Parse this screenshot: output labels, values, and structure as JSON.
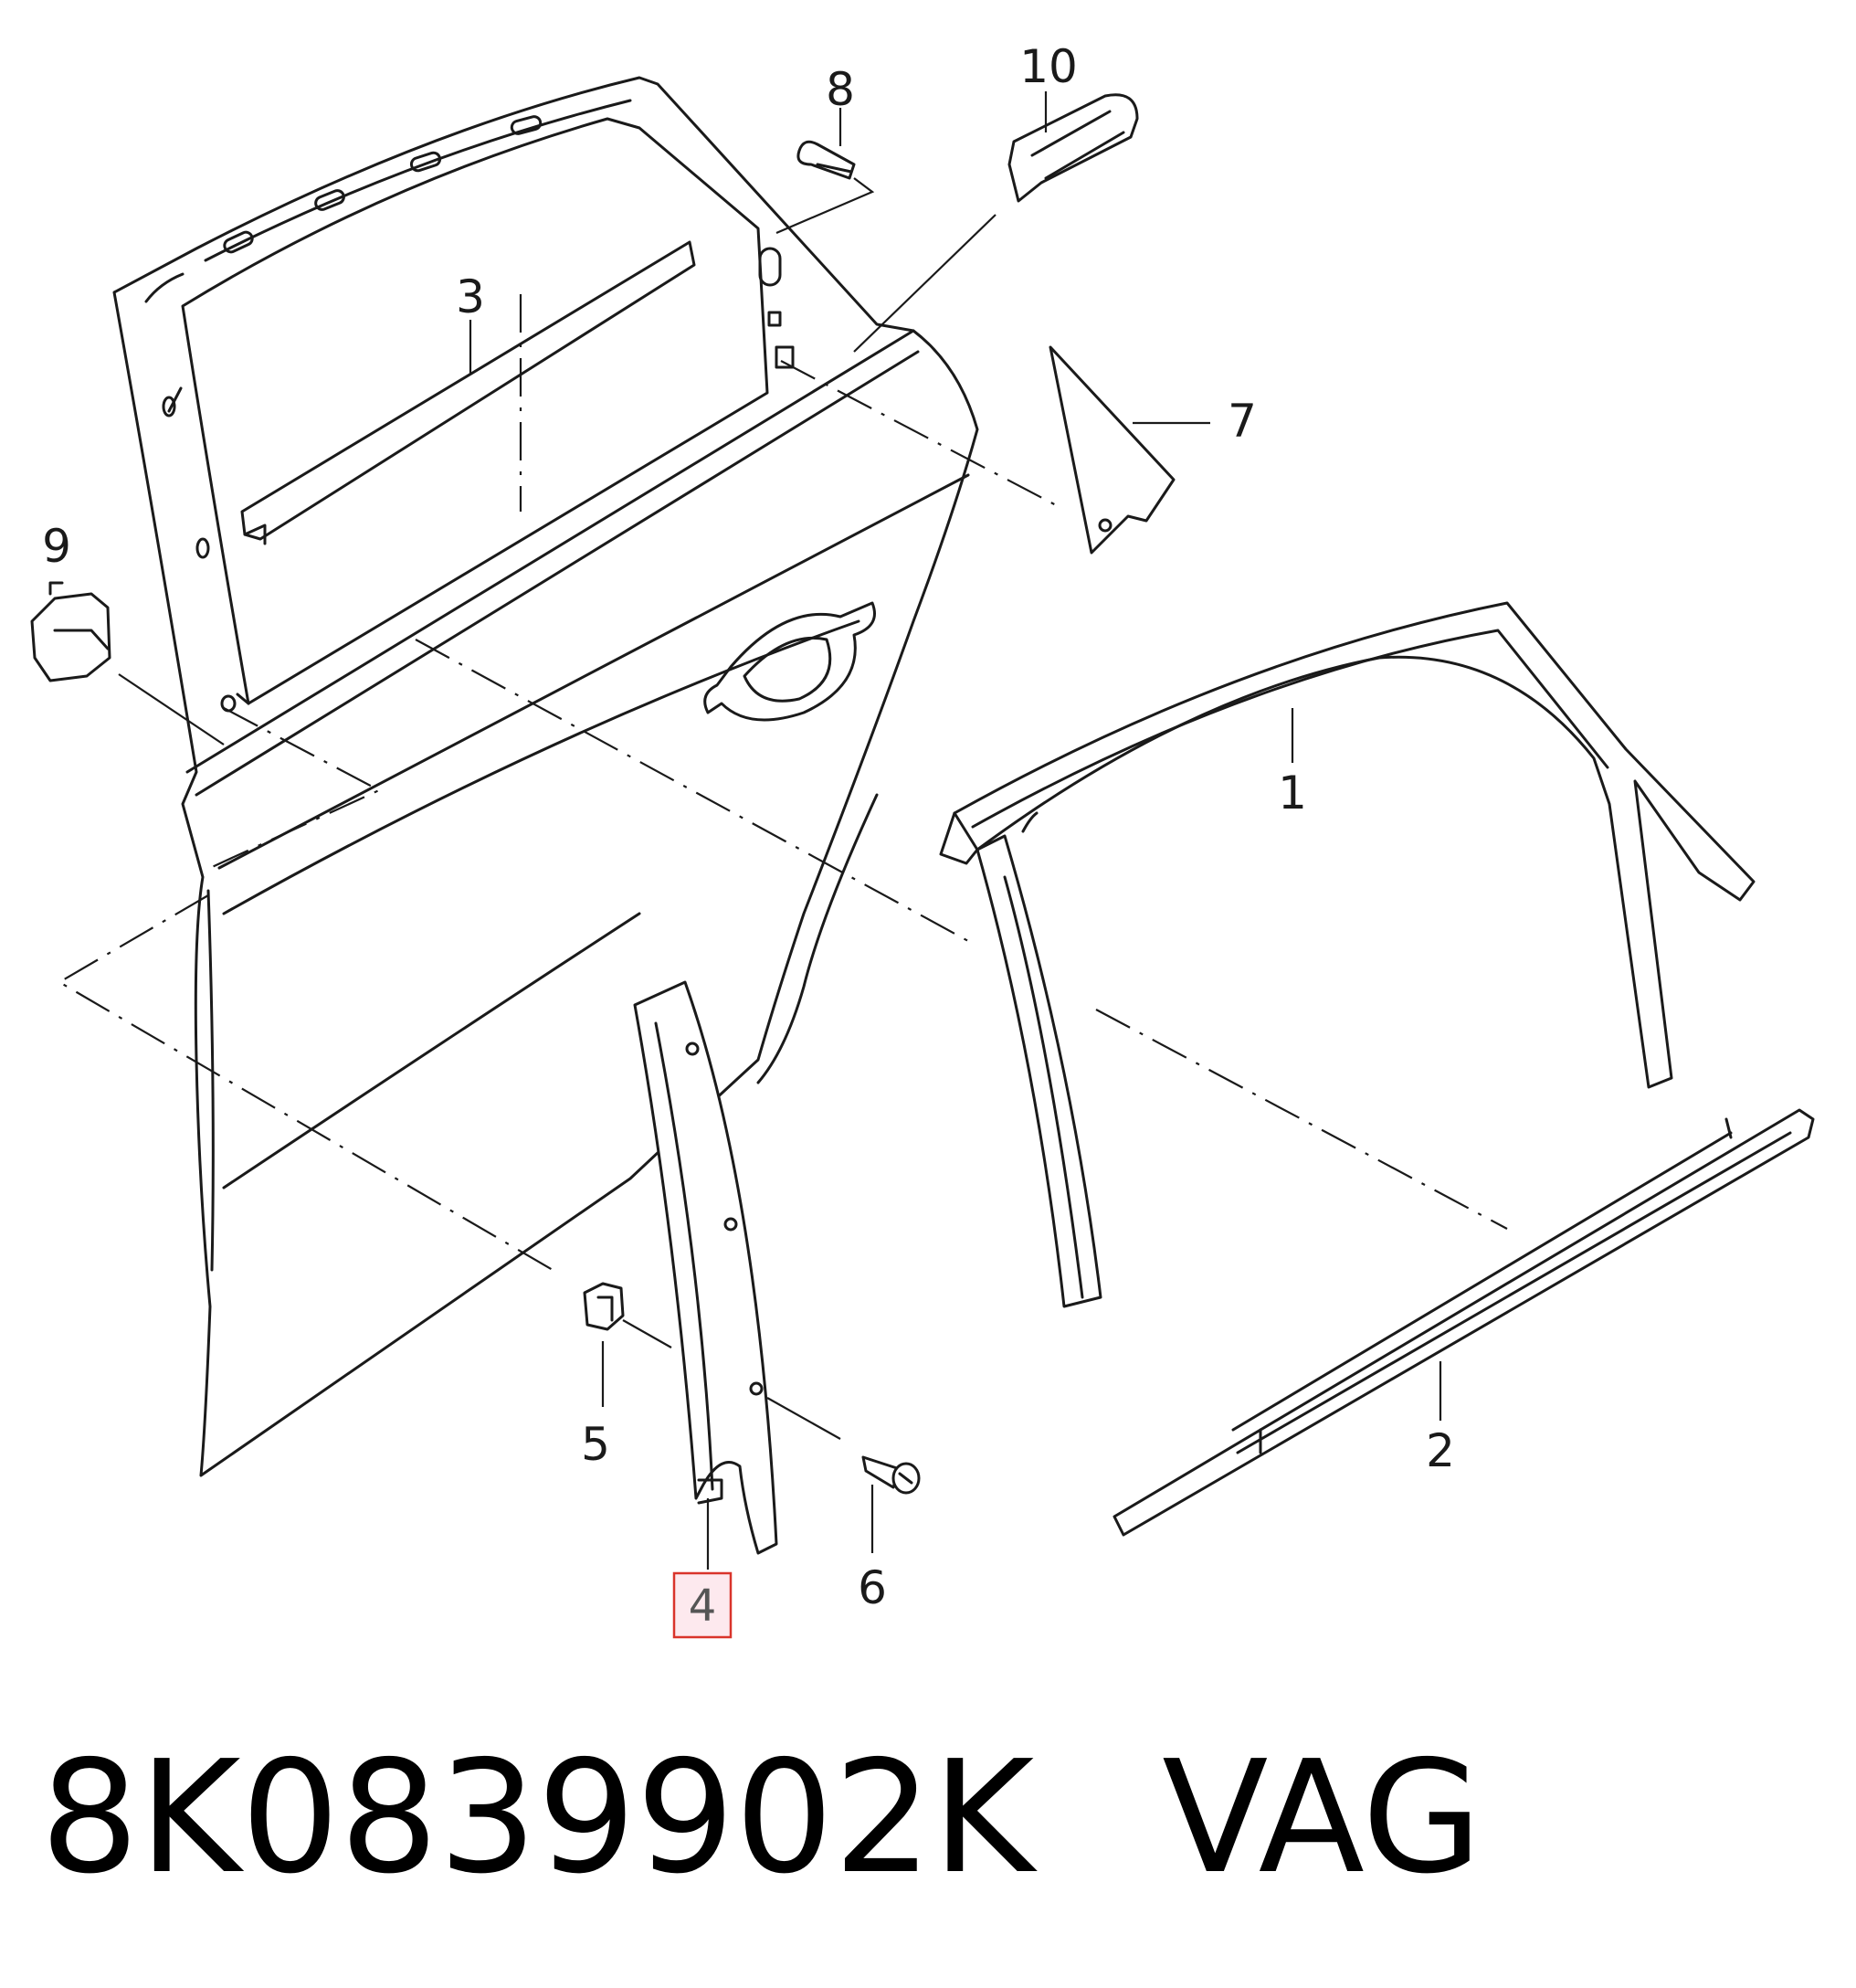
{
  "diagram": {
    "callouts": [
      {
        "id": "1",
        "label": "1"
      },
      {
        "id": "2",
        "label": "2"
      },
      {
        "id": "3",
        "label": "3"
      },
      {
        "id": "4",
        "label": "4",
        "highlighted": true
      },
      {
        "id": "5",
        "label": "5"
      },
      {
        "id": "6",
        "label": "6"
      },
      {
        "id": "7",
        "label": "7"
      },
      {
        "id": "8",
        "label": "8"
      },
      {
        "id": "9",
        "label": "9"
      },
      {
        "id": "10",
        "label": "10"
      }
    ],
    "highlight_color": "#d9342b",
    "highlight_fill": "#fde9ee"
  },
  "footer": {
    "part_number": "8K0839902K",
    "brand": "VAG"
  }
}
